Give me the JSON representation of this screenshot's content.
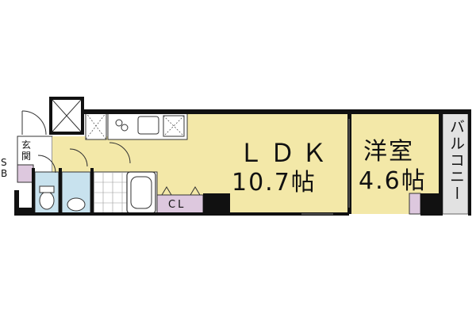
{
  "rooms": {
    "ldk": {
      "name": "ＬＤＫ",
      "area": "10.7帖"
    },
    "western": {
      "name": "洋室",
      "area": "4.6帖"
    },
    "balcony": {
      "name": "バルコニー"
    },
    "closet": {
      "name": "CL"
    },
    "entrance": {
      "name": "玄関"
    },
    "shoe_box": {
      "name": "S\nB"
    }
  },
  "colors": {
    "room_fill": "#f3e8a8",
    "wet_fill": "#c8e2ee",
    "storage_fill": "#ddc8de",
    "balcony_fill": "#e2e2e2",
    "wall": "#111111"
  }
}
